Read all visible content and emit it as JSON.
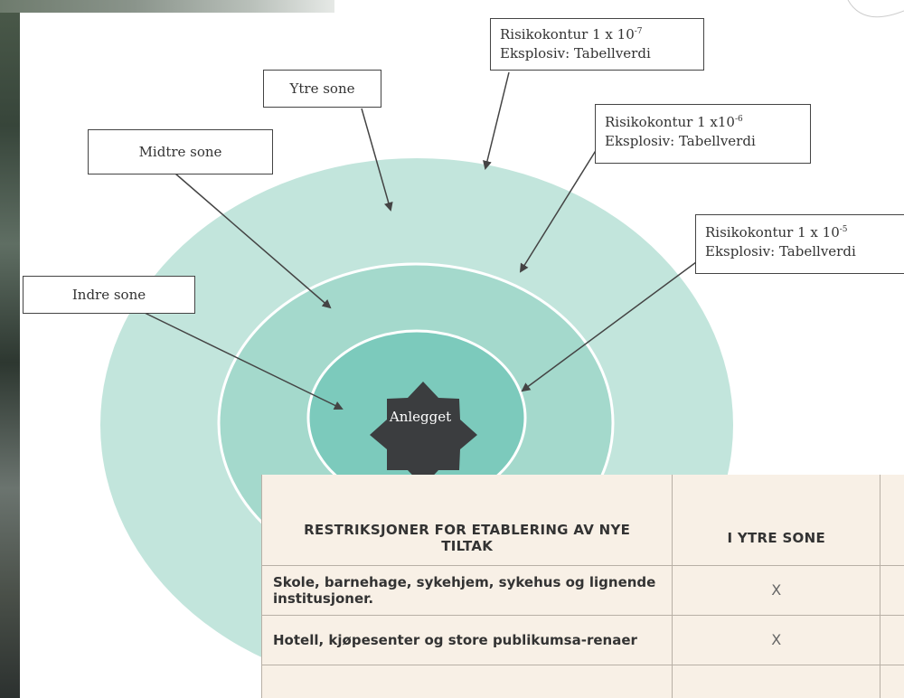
{
  "labels": {
    "ytre_sone": "Ytre sone",
    "midtre_sone": "Midtre sone",
    "indre_sone": "Indre sone",
    "contour_7_line1": "Risikokontur 1 x 10",
    "contour_7_exp": "-7",
    "contour_6_line1": "Risikokontur 1 x10",
    "contour_6_exp": "-6",
    "contour_5_line1": "Risikokontur 1 x 10",
    "contour_5_exp": "-5",
    "explosive": "Eksplosiv: Tabellverdi",
    "hub": "Anlegget"
  },
  "table": {
    "headers": [
      "RESTRIKSJONER FOR ETABLERING AV NYE TILTAK",
      "I YTRE SONE",
      ""
    ],
    "rows": [
      {
        "desc": "Skole, barnehage, sykehjem, sykehus og lignende institusjoner.",
        "ytre": "X",
        "next": ""
      },
      {
        "desc": "Hotell, kjøpesenter og store publikumsa-renaer",
        "ytre": "X",
        "next": ""
      }
    ]
  },
  "colors": {
    "outer_zone": "#c2e5dc",
    "middle_zone": "#a4d9cc",
    "inner_zone": "#7ccabc",
    "hub": "#3b3d3f",
    "table_bg": "#f8f0e6"
  }
}
